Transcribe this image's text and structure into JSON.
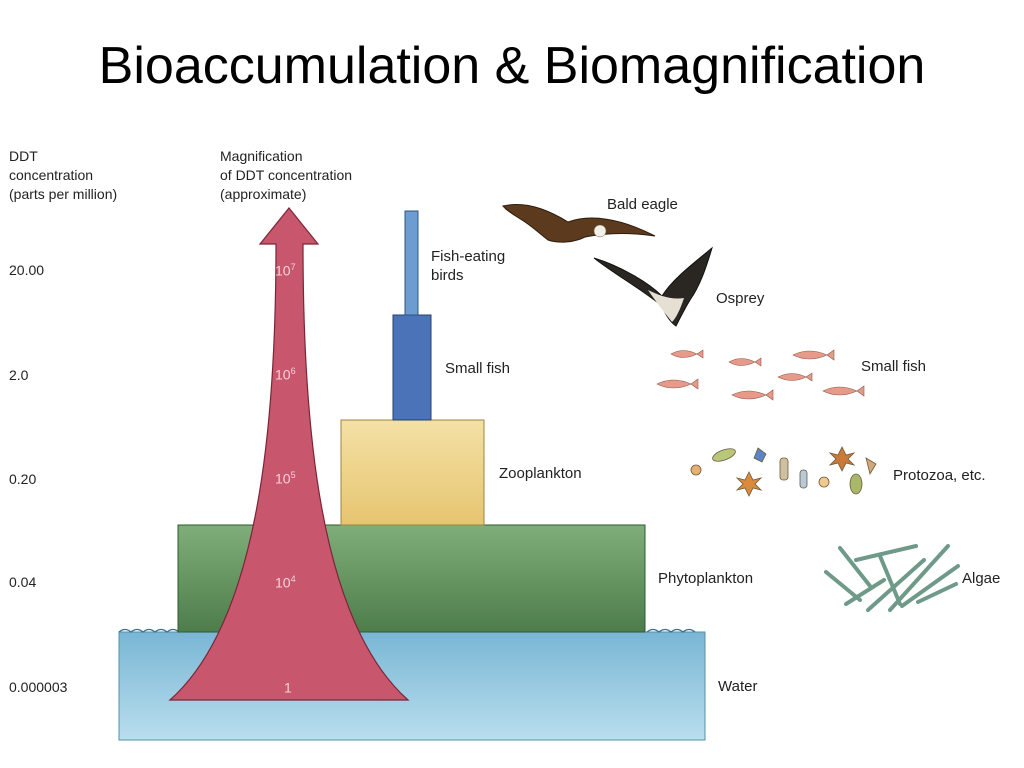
{
  "title": "Bioaccumulation & Biomagnification",
  "column_headers": {
    "ddt": [
      "DDT",
      "concentration",
      "(parts per million)"
    ],
    "magnification": [
      "Magnification",
      "of DDT concentration",
      "(approximate)"
    ]
  },
  "concentrations": [
    "20.00",
    "2.0",
    "0.20",
    "0.04",
    "0.000003"
  ],
  "magnifications": [
    {
      "base": "10",
      "exp": "7"
    },
    {
      "base": "10",
      "exp": "6"
    },
    {
      "base": "10",
      "exp": "5"
    },
    {
      "base": "10",
      "exp": "4"
    },
    {
      "base": "1",
      "exp": ""
    }
  ],
  "pyramid_labels": {
    "birds": [
      "Fish-eating",
      "birds"
    ],
    "small_fish": "Small fish",
    "zooplankton": "Zooplankton",
    "phytoplankton": "Phytoplankton",
    "water": "Water"
  },
  "organism_labels": {
    "bald_eagle": "Bald eagle",
    "osprey": "Osprey",
    "small_fish": "Small fish",
    "protozoa": "Protozoa, etc.",
    "algae": "Algae"
  },
  "colors": {
    "arrow": "#c8566c",
    "water": "#8fc6de",
    "phytoplankton": "#5f8f5c",
    "zooplankton": "#eed48a",
    "small_fish_bar": "#4a73b8",
    "birds_bar": "#6d9cd0"
  }
}
